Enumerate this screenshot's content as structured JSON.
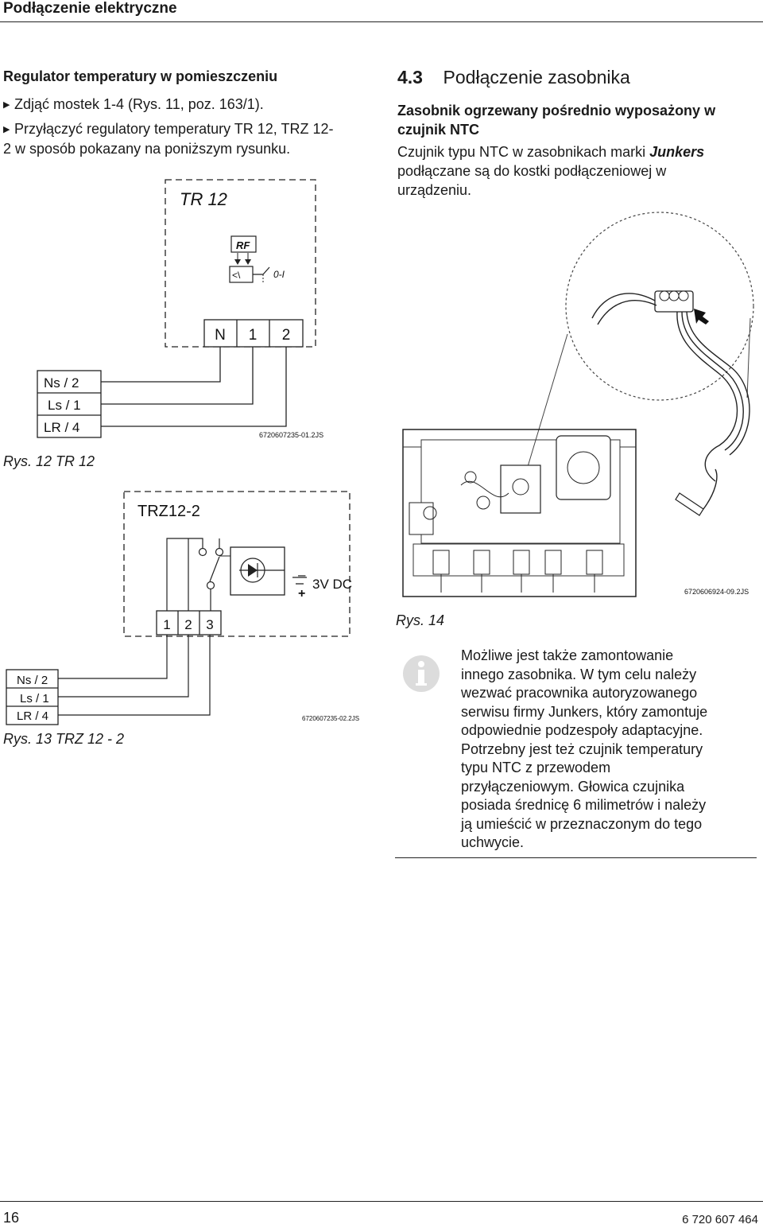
{
  "header": {
    "title": "Podłączenie elektryczne"
  },
  "left": {
    "heading": "Regulator temperatury w pomieszczeniu",
    "bullets": [
      {
        "lines": [
          "Zdjąć mostek 1-4 (Rys. 11, poz. 163/1)."
        ]
      },
      {
        "lines": [
          "Przyłączyć regulatory temperatury TR 12, TRZ 12-",
          "2 w sposób pokazany na poniższym rysunku."
        ]
      }
    ]
  },
  "fig12": {
    "box_label": "TR 12",
    "rf": "RF",
    "switch_label": "0-I",
    "terminals": [
      "N",
      "1",
      "2"
    ],
    "labels": [
      "Ns / 2",
      "Ls / 1",
      "LR / 4"
    ],
    "code": "6720607235-01.2JS",
    "caption": "Rys. 12 TR 12"
  },
  "fig13": {
    "box_label": "TRZ12-2",
    "dc_label": "3V DC",
    "minus": "–",
    "plus": "+",
    "terminals": [
      "1",
      "2",
      "3"
    ],
    "labels": [
      "Ns / 2",
      "Ls / 1",
      "LR / 4"
    ],
    "code": "6720607235-02.2JS",
    "caption": "Rys. 13 TRZ 12 - 2"
  },
  "section43": {
    "number": "4.3",
    "title": "Podłączenie zasobnika",
    "subheading_lines": [
      "Zasobnik ogrzewany pośrednio wyposażony w",
      "czujnik NTC"
    ],
    "body_lines": [
      [
        "Czujnik typu NTC w zasobnikach marki ",
        "Junkers"
      ],
      [
        "podłączane są do kostki podłączeniowej w"
      ],
      [
        "urządzeniu."
      ]
    ]
  },
  "fig14": {
    "code": "6720606924-09.2JS",
    "caption": "Rys. 14"
  },
  "note": {
    "icon": "info-icon",
    "lines": [
      "Możliwe jest także zamontowanie",
      "innego zasobnika. W tym celu należy",
      "wezwać pracownika autoryzowanego",
      "serwisu firmy Junkers, który zamontuje",
      "odpowiednie podzespoły adaptacyjne.",
      "Potrzebny jest też czujnik temperatury",
      "typu NTC z przewodem",
      "przyłączeniowym. Głowica czujnika",
      "posiada średnicę 6 milimetrów i należy",
      "ją umieścić w przeznaczonym do tego",
      "uchwycie."
    ]
  },
  "footer": {
    "page": "16",
    "doc_code": "6 720 607 464"
  }
}
